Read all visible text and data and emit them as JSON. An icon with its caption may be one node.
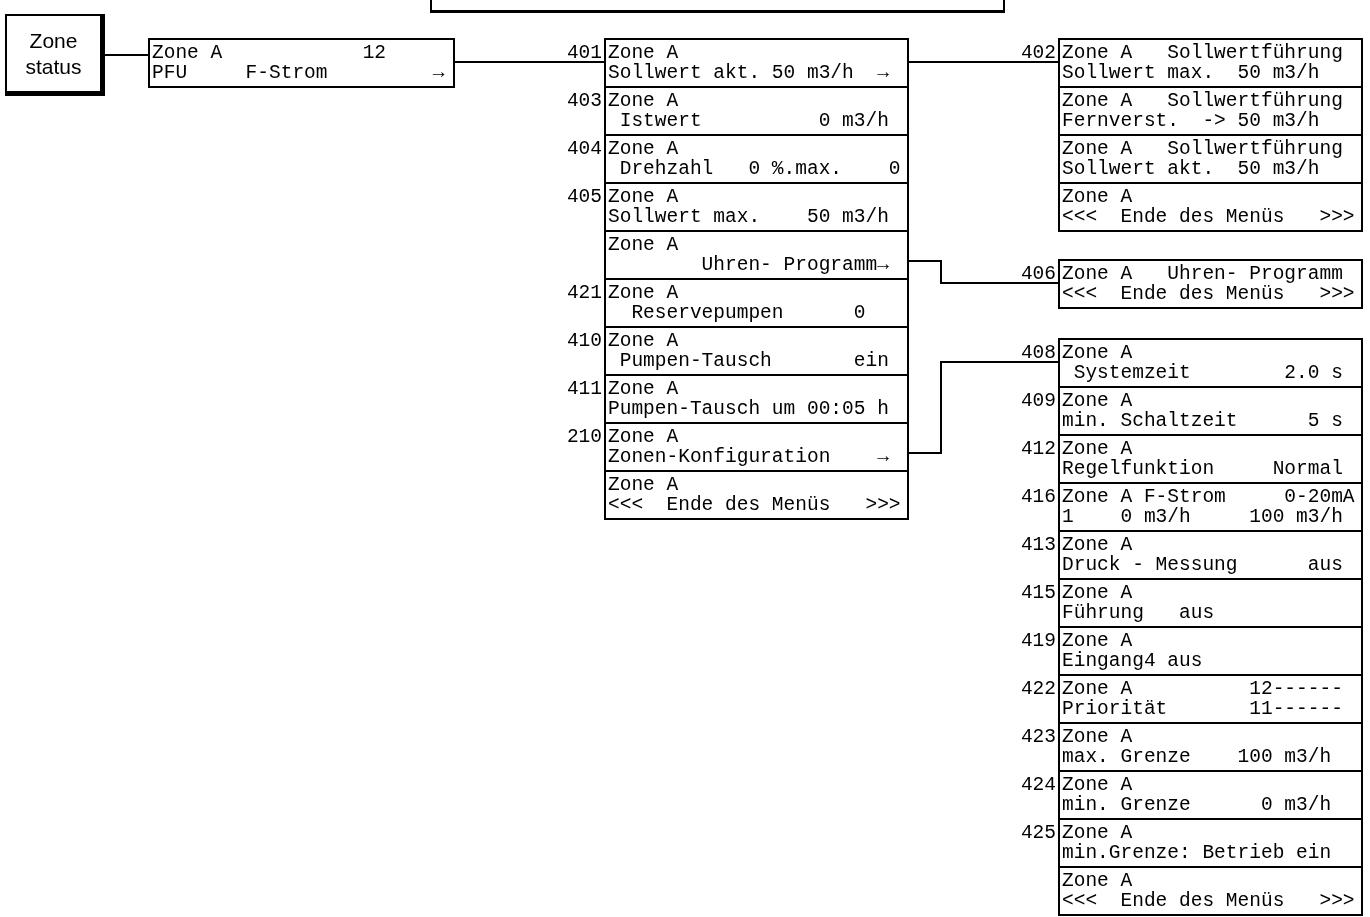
{
  "diagram": {
    "nodes": [
      {
        "text": [],
        "shape": "box"
      },
      {
        "text": [
          "Zone status"
        ]
      },
      {
        "text": [
          "Zone A            12",
          "PFU     F-Strom         →"
        ]
      },
      {
        "text": [
          "Zone A",
          "Sollwert akt. 50 m3/h  →"
        ],
        "beside": [
          "401"
        ]
      },
      {
        "text": [
          "Zone A",
          " Istwert          0 m3/h"
        ],
        "beside": [
          "403"
        ]
      },
      {
        "text": [
          "Zone A",
          " Drehzahl   0 %.max.    0"
        ],
        "beside": [
          "404"
        ]
      },
      {
        "text": [
          "Zone A",
          "Sollwert max.    50 m3/h"
        ],
        "beside": [
          "405"
        ]
      },
      {
        "text": [
          "Zone A",
          "        Uhren- Programm→"
        ]
      },
      {
        "text": [
          "Zone A",
          "  Reservepumpen      0"
        ],
        "beside": [
          "421"
        ]
      },
      {
        "text": [
          "Zone A",
          " Pumpen-Tausch       ein"
        ],
        "beside": [
          "410"
        ]
      },
      {
        "text": [
          "Zone A",
          "Pumpen-Tausch um 00:05 h"
        ],
        "beside": [
          "411"
        ]
      },
      {
        "text": [
          "Zone A",
          "Zonen-Konfiguration    →"
        ],
        "beside": [
          "210"
        ]
      },
      {
        "text": [
          "Zone A",
          "<<<  Ende des Menüs   >>>"
        ]
      },
      {
        "text": [
          "Zone A   Sollwertführung",
          "Sollwert max.  50 m3/h"
        ],
        "beside": [
          "402"
        ]
      },
      {
        "text": [
          "Zone A   Sollwertführung",
          "Fernverst.  -> 50 m3/h"
        ]
      },
      {
        "text": [
          "Zone A   Sollwertführung",
          "Sollwert akt.  50 m3/h"
        ]
      },
      {
        "text": [
          "Zone A",
          "<<<  Ende des Menüs   >>>"
        ]
      },
      {
        "text": [
          "Zone A   Uhren- Programm",
          "<<<  Ende des Menüs   >>>"
        ],
        "beside": [
          "406"
        ]
      },
      {
        "text": [
          "Zone A",
          " Systemzeit        2.0 s"
        ],
        "beside": [
          "408"
        ]
      },
      {
        "text": [
          "Zone A",
          "min. Schaltzeit      5 s"
        ],
        "beside": [
          "409"
        ]
      },
      {
        "text": [
          "Zone A",
          "Regelfunktion     Normal"
        ],
        "beside": [
          "412"
        ]
      },
      {
        "text": [
          "Zone A F-Strom     0-20mA",
          "1    0 m3/h     100 m3/h"
        ],
        "beside": [
          "416"
        ]
      },
      {
        "text": [
          "Zone A",
          "Druck - Messung      aus"
        ],
        "beside": [
          "413"
        ]
      },
      {
        "text": [
          "Zone A",
          "Führung   aus"
        ],
        "beside": [
          "415"
        ]
      },
      {
        "text": [
          "Zone A",
          "Eingang4 aus"
        ],
        "beside": [
          "419"
        ]
      },
      {
        "text": [
          "Zone A          12------",
          "Priorität       11------"
        ],
        "beside": [
          "422"
        ]
      },
      {
        "text": [
          "Zone A",
          "max. Grenze    100 m3/h"
        ],
        "beside": [
          "423"
        ]
      },
      {
        "text": [
          "Zone A",
          "min. Grenze      0 m3/h"
        ],
        "beside": [
          "424"
        ]
      },
      {
        "text": [
          "Zone A",
          "min.Grenze: Betrieb ein"
        ],
        "beside": [
          "425"
        ]
      },
      {
        "text": [
          "Zone A",
          "<<<  Ende des Menüs   >>>"
        ]
      }
    ],
    "edges": [
      {
        "from": 1,
        "to": 2,
        "arrow": "none"
      },
      {
        "from": 2,
        "to": 3,
        "arrow": "none"
      },
      {
        "from": 3,
        "to": 13,
        "arrow": "none"
      },
      {
        "from": 7,
        "to": 17,
        "arrow": "none"
      },
      {
        "from": 11,
        "to": 18,
        "arrow": "none"
      }
    ]
  }
}
